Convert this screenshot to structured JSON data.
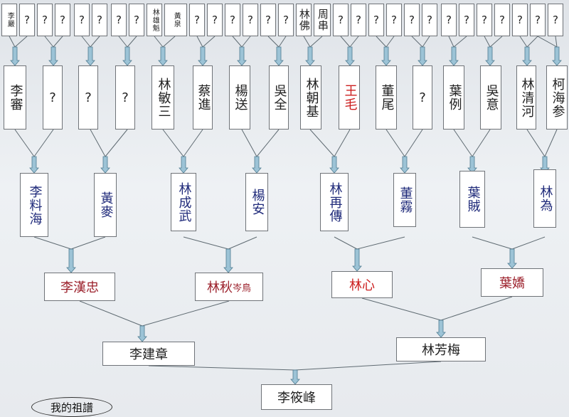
{
  "title": "我的祖譜",
  "generations": {
    "g0": [
      "李嚴",
      "?",
      "?",
      "?",
      "?",
      "?",
      "?",
      "林雄魁",
      "黃泉",
      "?",
      "?",
      "?",
      "?",
      "林佛",
      "周串",
      "?",
      "?",
      "?",
      "?",
      "?",
      "?",
      "?",
      "?",
      "?"
    ],
    "g1": [
      "李審",
      "?",
      "?",
      "?",
      "林敏三",
      "蔡進",
      "楊送",
      "吳全",
      "林朝基",
      "王毛",
      "董尾",
      "?",
      "葉例",
      "吳意",
      "林清河",
      "柯海参"
    ],
    "g2": [
      "李料海",
      "黃麥",
      "林成武",
      "楊安",
      "林再傳",
      "董霧",
      "葉賊",
      "林為"
    ],
    "g3": [
      "李漢忠",
      "林秋",
      "林心",
      "葉嬌"
    ],
    "g3_suffix": "岑鳥",
    "g4": [
      "李建章",
      "林芳梅"
    ],
    "g5": [
      "李筱峰"
    ]
  },
  "colors": {
    "line": "#5f6b72",
    "arrow": "#9cc3d6",
    "gen2_text": "#1f2a7a",
    "gen3_text": "#9b1f2a",
    "highlight_text": "#cc1f1f"
  }
}
